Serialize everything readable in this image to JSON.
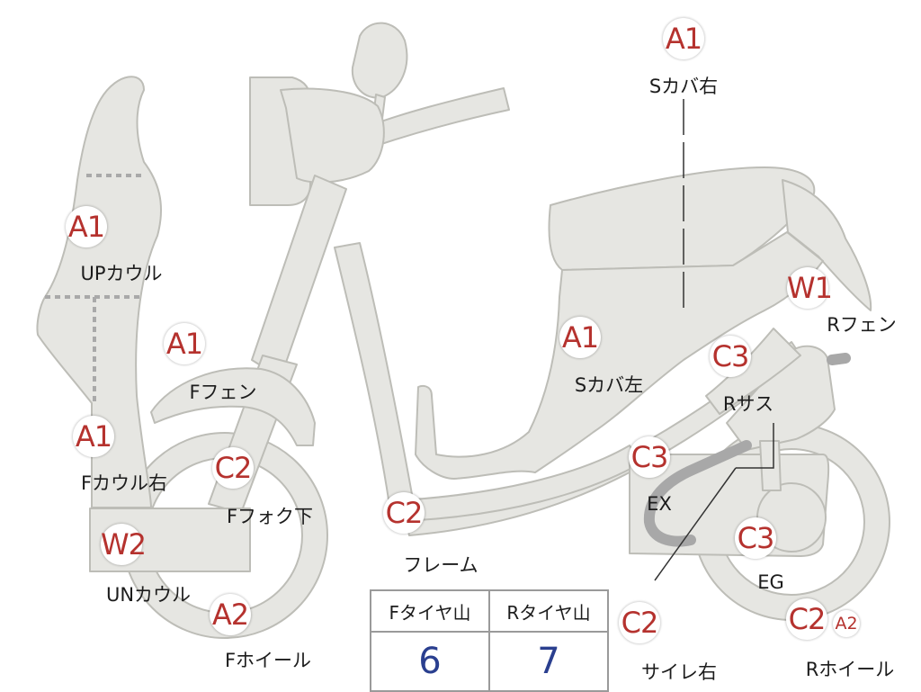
{
  "colors": {
    "bike_fill": "#e6e6e2",
    "bike_stroke": "#bdbdb7",
    "exhaust": "#a8a8a8",
    "dashed_line": "#a9a9a9",
    "grade_text": "#b5322e",
    "table_number": "#2a3f8f"
  },
  "parts": [
    {
      "id": "s-cover-right",
      "grade": "A1",
      "label": "Sカバ右"
    },
    {
      "id": "up-cowl",
      "grade": "A1",
      "label": "UPカウル"
    },
    {
      "id": "f-fender",
      "grade": "A1",
      "label": "Fフェン"
    },
    {
      "id": "f-cowl-right",
      "grade": "A1",
      "label": "Fカウル右"
    },
    {
      "id": "f-fork-lower",
      "grade": "C2",
      "label": "Fフォク下"
    },
    {
      "id": "un-cowl",
      "grade": "W2",
      "label": "UNカウル"
    },
    {
      "id": "f-wheel",
      "grade": "A2",
      "label": "Fホイール"
    },
    {
      "id": "frame",
      "grade": "C2",
      "label": "フレーム"
    },
    {
      "id": "s-cover-left",
      "grade": "A1",
      "label": "Sカバ左"
    },
    {
      "id": "r-fender",
      "grade": "W1",
      "label": "Rフェン"
    },
    {
      "id": "r-suspension",
      "grade": "C3",
      "label": "Rサス"
    },
    {
      "id": "exhaust",
      "grade": "C3",
      "label": "EX"
    },
    {
      "id": "engine",
      "grade": "C3",
      "label": "EG"
    },
    {
      "id": "silencer-right",
      "grade": "C2",
      "label": "サイレ右"
    },
    {
      "id": "r-wheel",
      "grade": "C2",
      "label": "Rホイール"
    },
    {
      "id": "r-wheel-extra",
      "grade": "A2",
      "label": ""
    }
  ],
  "tire_table": {
    "headers": [
      "Fタイヤ山",
      "Rタイヤ山"
    ],
    "values": [
      "6",
      "7"
    ]
  }
}
